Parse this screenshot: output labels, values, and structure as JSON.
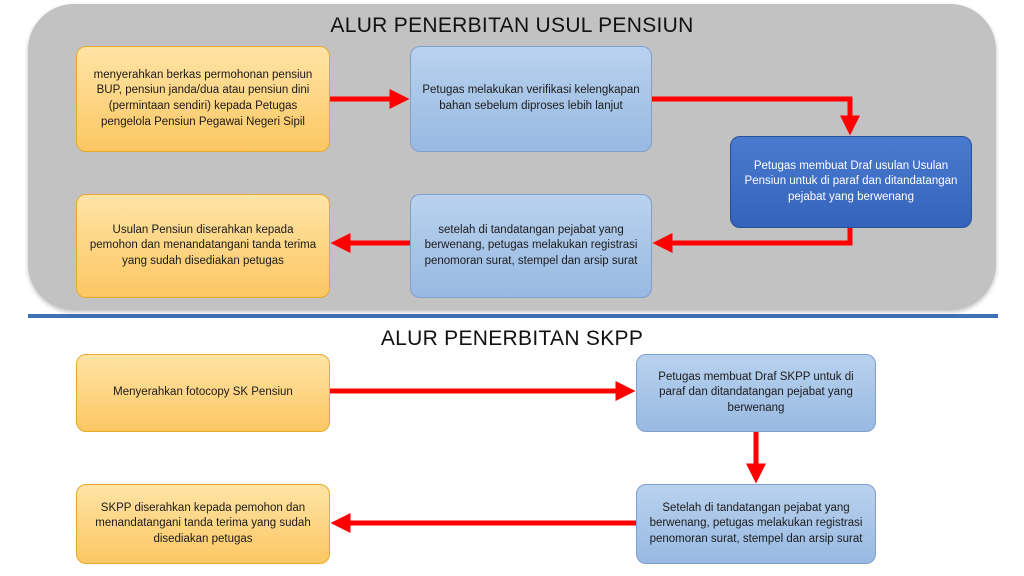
{
  "section1": {
    "title": "ALUR PENERBITAN USUL PENSIUN",
    "steps": [
      "menyerahkan berkas permohonan pensiun BUP, pensiun janda/dua atau pensiun dini (permintaan sendiri) kepada Petugas pengelola Pensiun Pegawai Negeri Sipil",
      "Petugas melakukan verifikasi kelengkapan bahan sebelum diproses lebih lanjut",
      "Petugas membuat Draf usulan Usulan Pensiun untuk di paraf dan ditandatangan pejabat yang berwenang",
      "setelah di tandatangan pejabat yang berwenang, petugas melakukan registrasi penomoran surat, stempel dan arsip surat",
      "Usulan Pensiun diserahkan kepada pemohon dan menandatangani tanda terima yang sudah disediakan petugas"
    ]
  },
  "section2": {
    "title": "ALUR PENERBITAN SKPP",
    "steps": [
      "Menyerahkan fotocopy SK Pensiun",
      "Petugas membuat Draf SKPP untuk di paraf dan ditandatangan pejabat yang berwenang",
      "Setelah di tandatangan pejabat yang berwenang, petugas melakukan registrasi penomoran surat, stempel dan arsip surat",
      "SKPP diserahkan kepada pemohon dan menandatangani tanda terima yang sudah disediakan petugas"
    ]
  },
  "colors": {
    "panel": "#c2c2c2",
    "orange_box": "#fcc763",
    "blue_box": "#98b9e2",
    "dark_blue_box": "#3563bb",
    "arrow": "#ff0000",
    "divider": "#3f6fb5"
  }
}
